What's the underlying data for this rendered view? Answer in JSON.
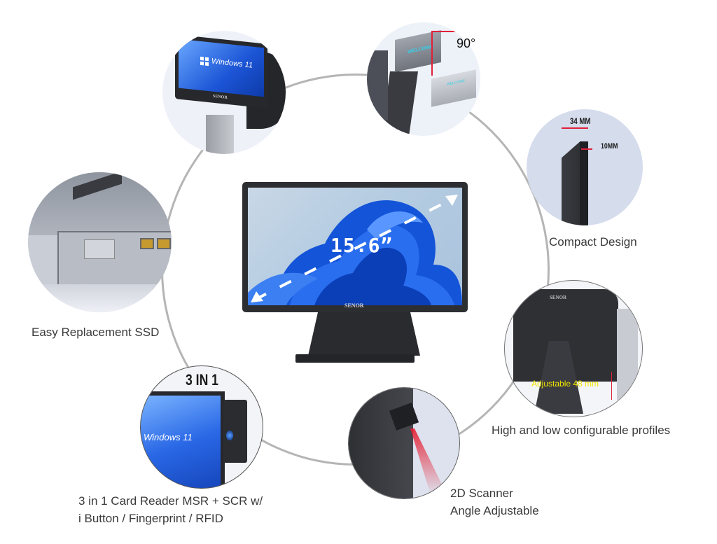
{
  "center": {
    "screen_size_label": "15.6”",
    "brand_logo": "SENOR",
    "wallpaper": "Windows 11 bloom"
  },
  "features": [
    {
      "id": "windows",
      "overlay_text": "Windows 11",
      "brand_logo": "SENOR",
      "caption": ""
    },
    {
      "id": "rotation",
      "angle_label": "90°",
      "screen_text": "WELCOME",
      "caption": ""
    },
    {
      "id": "compact",
      "width_label": "34 MM",
      "depth_label": "10MM",
      "caption": "Compact Design"
    },
    {
      "id": "ssd",
      "caption": "Easy Replacement SSD"
    },
    {
      "id": "height",
      "adjust_label": "Adjustable 48 mm",
      "brand_logo": "SENOR",
      "caption": "High and low configurable profiles"
    },
    {
      "id": "card-reader",
      "title": "3 IN 1",
      "overlay_text": "Windows 11",
      "caption_lines": [
        "3 in 1 Card Reader MSR + SCR  w/",
        "i Button / Fingerprint / RFID"
      ]
    },
    {
      "id": "scanner",
      "caption_lines": [
        "2D Scanner",
        "Angle Adjustable"
      ]
    }
  ],
  "colors": {
    "ring": "#b5b5b5",
    "dimension_red": "#e0203a",
    "adjust_yellow": "#f2e600",
    "caption_text": "#3a3a3a",
    "bubble_bg": "#dfe4f2",
    "win_blue": "#1f5fe0",
    "device_dark": "#2b2c30"
  }
}
